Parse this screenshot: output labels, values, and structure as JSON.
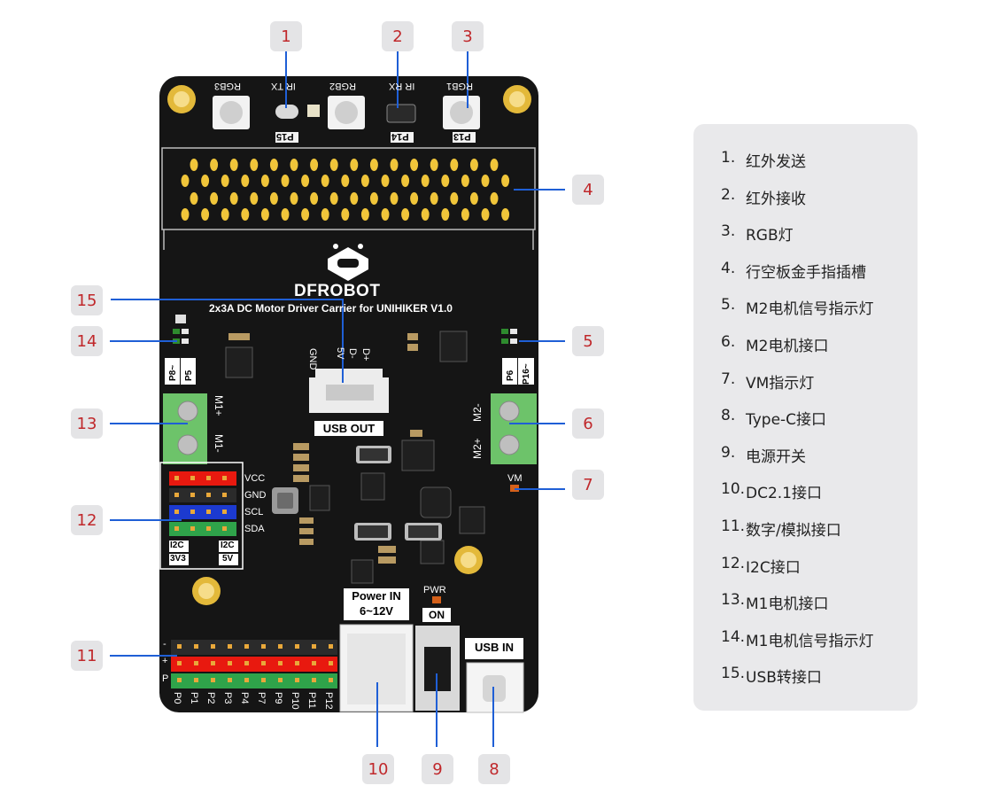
{
  "callouts": [
    "1",
    "2",
    "3",
    "4",
    "5",
    "6",
    "7",
    "8",
    "9",
    "10",
    "11",
    "12",
    "13",
    "14",
    "15"
  ],
  "legend": [
    {
      "num": "1.",
      "text": "红外发送"
    },
    {
      "num": "2.",
      "text": "红外接收"
    },
    {
      "num": "3.",
      "text": "RGB灯"
    },
    {
      "num": "4.",
      "text": "行空板金手指插槽"
    },
    {
      "num": "5.",
      "text": "M2电机信号指示灯"
    },
    {
      "num": "6.",
      "text": "M2电机接口"
    },
    {
      "num": "7.",
      "text": "VM指示灯"
    },
    {
      "num": "8.",
      "text": "Type-C接口"
    },
    {
      "num": "9.",
      "text": "电源开关"
    },
    {
      "num": "10.",
      "text": "DC2.1接口"
    },
    {
      "num": "11.",
      "text": "数字/模拟接口"
    },
    {
      "num": "12.",
      "text": "I2C接口"
    },
    {
      "num": "13.",
      "text": "M1电机接口"
    },
    {
      "num": "14.",
      "text": "M1电机信号指示灯"
    },
    {
      "num": "15.",
      "text": "USB转接口"
    }
  ],
  "board": {
    "brand": "DFROBOT",
    "product": "2x3A DC Motor Driver Carrier for UNIHIKER V1.0",
    "top_labels": [
      "RGB3",
      "IR TX",
      "RGB2",
      "IR RX",
      "RGB1"
    ],
    "pin_tags": [
      "P15",
      "P14",
      "P13"
    ],
    "usb_out": "USB OUT",
    "usb_pins": [
      "GND",
      "5V",
      "D-",
      "D+"
    ],
    "m1_labels": [
      "M1+",
      "M1-"
    ],
    "m2_labels": [
      "M2-",
      "M2+"
    ],
    "left_pins": [
      "P8~",
      "P5"
    ],
    "right_pins": [
      "P6",
      "P16~"
    ],
    "i2c_rows": [
      "VCC",
      "GND",
      "SCL",
      "SDA"
    ],
    "i2c_tags": [
      "I2C",
      "3V3",
      "I2C",
      "5V"
    ],
    "vm": "VM",
    "power_in": [
      "Power IN",
      "6~12V"
    ],
    "pwr": "PWR",
    "on": "ON",
    "usb_in": "USB IN",
    "row_signs": [
      "-",
      "+",
      "P"
    ],
    "gpio_labels": [
      "P0",
      "P1",
      "P2",
      "P3",
      "P4",
      "P7",
      "P9",
      "P10",
      "P11",
      "P12"
    ]
  },
  "colors": {
    "callout_bg": "#e4e4e6",
    "callout_text": "#c0282b",
    "leader_line": "#1f5fd6",
    "board": "#151515",
    "gold": "#e9c23a",
    "terminal_green": "#6dc36a",
    "header_red": "#e8190f",
    "header_blue": "#1c3ad0",
    "header_green": "#2fa34a",
    "legend_bg": "#e9e9eb"
  }
}
